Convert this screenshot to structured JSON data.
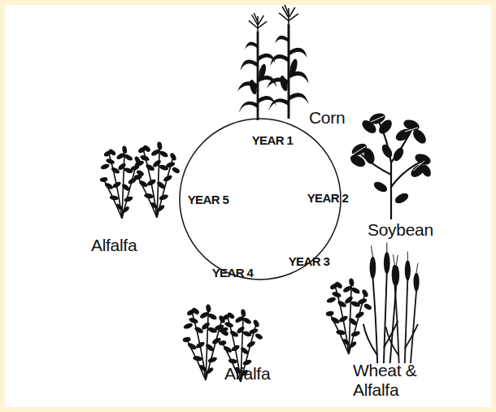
{
  "diagram": {
    "nodes": [
      {
        "text": [
          "YEAR 1",
          "YEAR 2",
          "YEAR 3",
          "YEAR 4",
          "YEAR 5"
        ]
      }
    ],
    "labels": [
      "Corn",
      "Soybean",
      "Wheat & Alfalfa",
      "Alfalfa",
      "Alfalfa"
    ]
  }
}
